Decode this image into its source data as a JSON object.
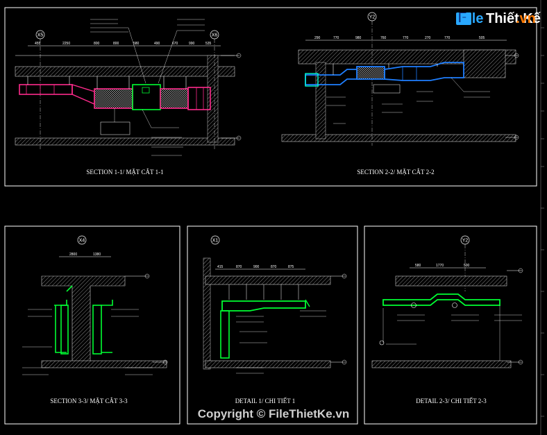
{
  "logo": {
    "text_a": "File",
    "text_b": "Thiết Kế",
    "suffix": ".vn"
  },
  "watermark": {
    "text": "Copyright © FileThietKe.vn"
  },
  "panels": {
    "section_1": {
      "title": "SECTION 1-1/ MẶT CẮT 1-1",
      "grid_left": "X5",
      "grid_right": "X6",
      "dims": [
        "455",
        "2250",
        "800",
        "800",
        "580",
        "490",
        "670",
        "990",
        "535"
      ]
    },
    "section_2": {
      "title": "SECTION 2-2/ MẶT CẮT 2-2",
      "grid": "Y2",
      "dims": [
        "290",
        "770",
        "980",
        "760",
        "770",
        "270",
        "770",
        "505"
      ]
    },
    "section_3": {
      "title": "SECTION 3-3/ MẶT CẮT 3-3",
      "grid": "X4",
      "dims": [
        "2800",
        "1380"
      ]
    },
    "detail_1": {
      "title": "DETAIL 1/ CHI TIẾT 1",
      "grid": "X1",
      "dims": [
        "415",
        "870",
        "900",
        "870",
        "875"
      ]
    },
    "detail_2": {
      "title": "DETAIL 2-3/ CHI TIẾT 2-3",
      "grid": "Y2",
      "dims": [
        "580",
        "1770",
        "500"
      ]
    }
  },
  "colors": {
    "duct": "#00d9ff",
    "fitting": "#1f7fff",
    "pipe": "#ff2a8c",
    "support": "#00ff33",
    "line": "#ffffff",
    "hatch": "#9a9a9a"
  }
}
